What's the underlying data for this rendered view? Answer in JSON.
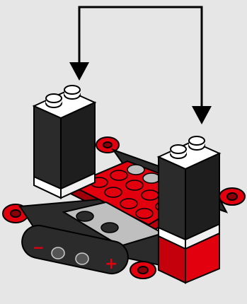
{
  "diagram": {
    "step": "build-instruction",
    "arrows": 2,
    "colors": {
      "background": "#e6e6e6",
      "red": "#e2000f",
      "dark": "#2b2b2b",
      "white": "#ffffff",
      "gray": "#bfbfbf",
      "outline": "#000000"
    },
    "parts": [
      "white-black-brick-left",
      "white-black-brick-right",
      "red-base-plate",
      "gray-studs",
      "dark-tread",
      "red-axle-pins"
    ],
    "markings": {
      "minus": "−",
      "plus": "+"
    }
  }
}
